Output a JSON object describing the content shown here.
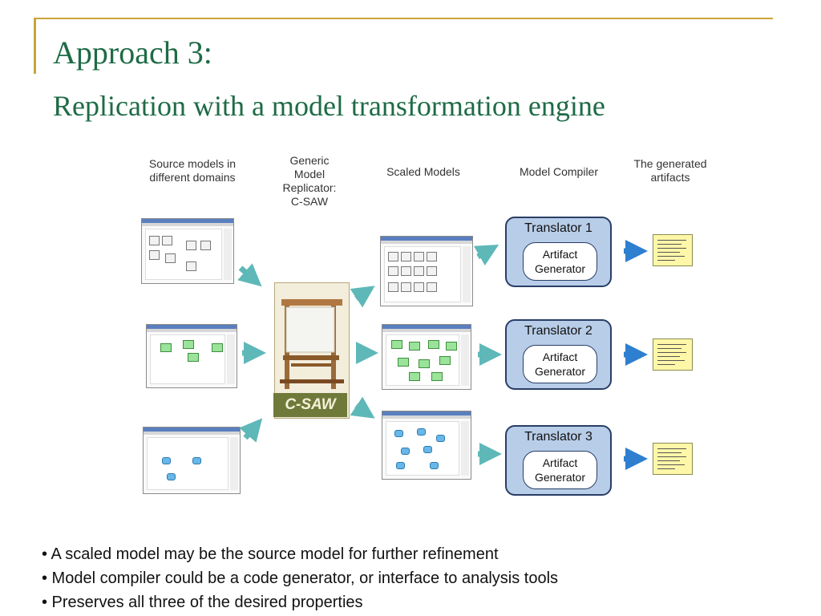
{
  "title": {
    "line1": "Approach 3:",
    "line2": "Replication with a model transformation engine"
  },
  "diagram": {
    "col_source": [
      "Source models in",
      "different domains"
    ],
    "col_replicator": [
      "Generic",
      "Model",
      "Replicator:",
      "C-SAW"
    ],
    "col_scaled": "Scaled Models",
    "col_compiler": "Model Compiler",
    "col_artifacts": [
      "The generated",
      "artifacts"
    ],
    "translators": [
      {
        "name": "Translator 1",
        "inner": [
          "Artifact",
          "Generator"
        ]
      },
      {
        "name": "Translator 2",
        "inner": [
          "Artifact",
          "Generator"
        ]
      },
      {
        "name": "Translator 3",
        "inner": [
          "Artifact",
          "Generator"
        ]
      }
    ],
    "logo_text": "C-SAW",
    "colors": {
      "teal_arrow": "#5fb8b8",
      "blue_arrow": "#2f7fd0",
      "translator_fill": "#b8cde8",
      "title_green": "#1e6b46"
    }
  },
  "bullets": [
    "• A scaled model may be the source model for further refinement",
    "• Model compiler could be a code generator, or interface to analysis tools",
    "• Preserves all three of the desired properties"
  ]
}
